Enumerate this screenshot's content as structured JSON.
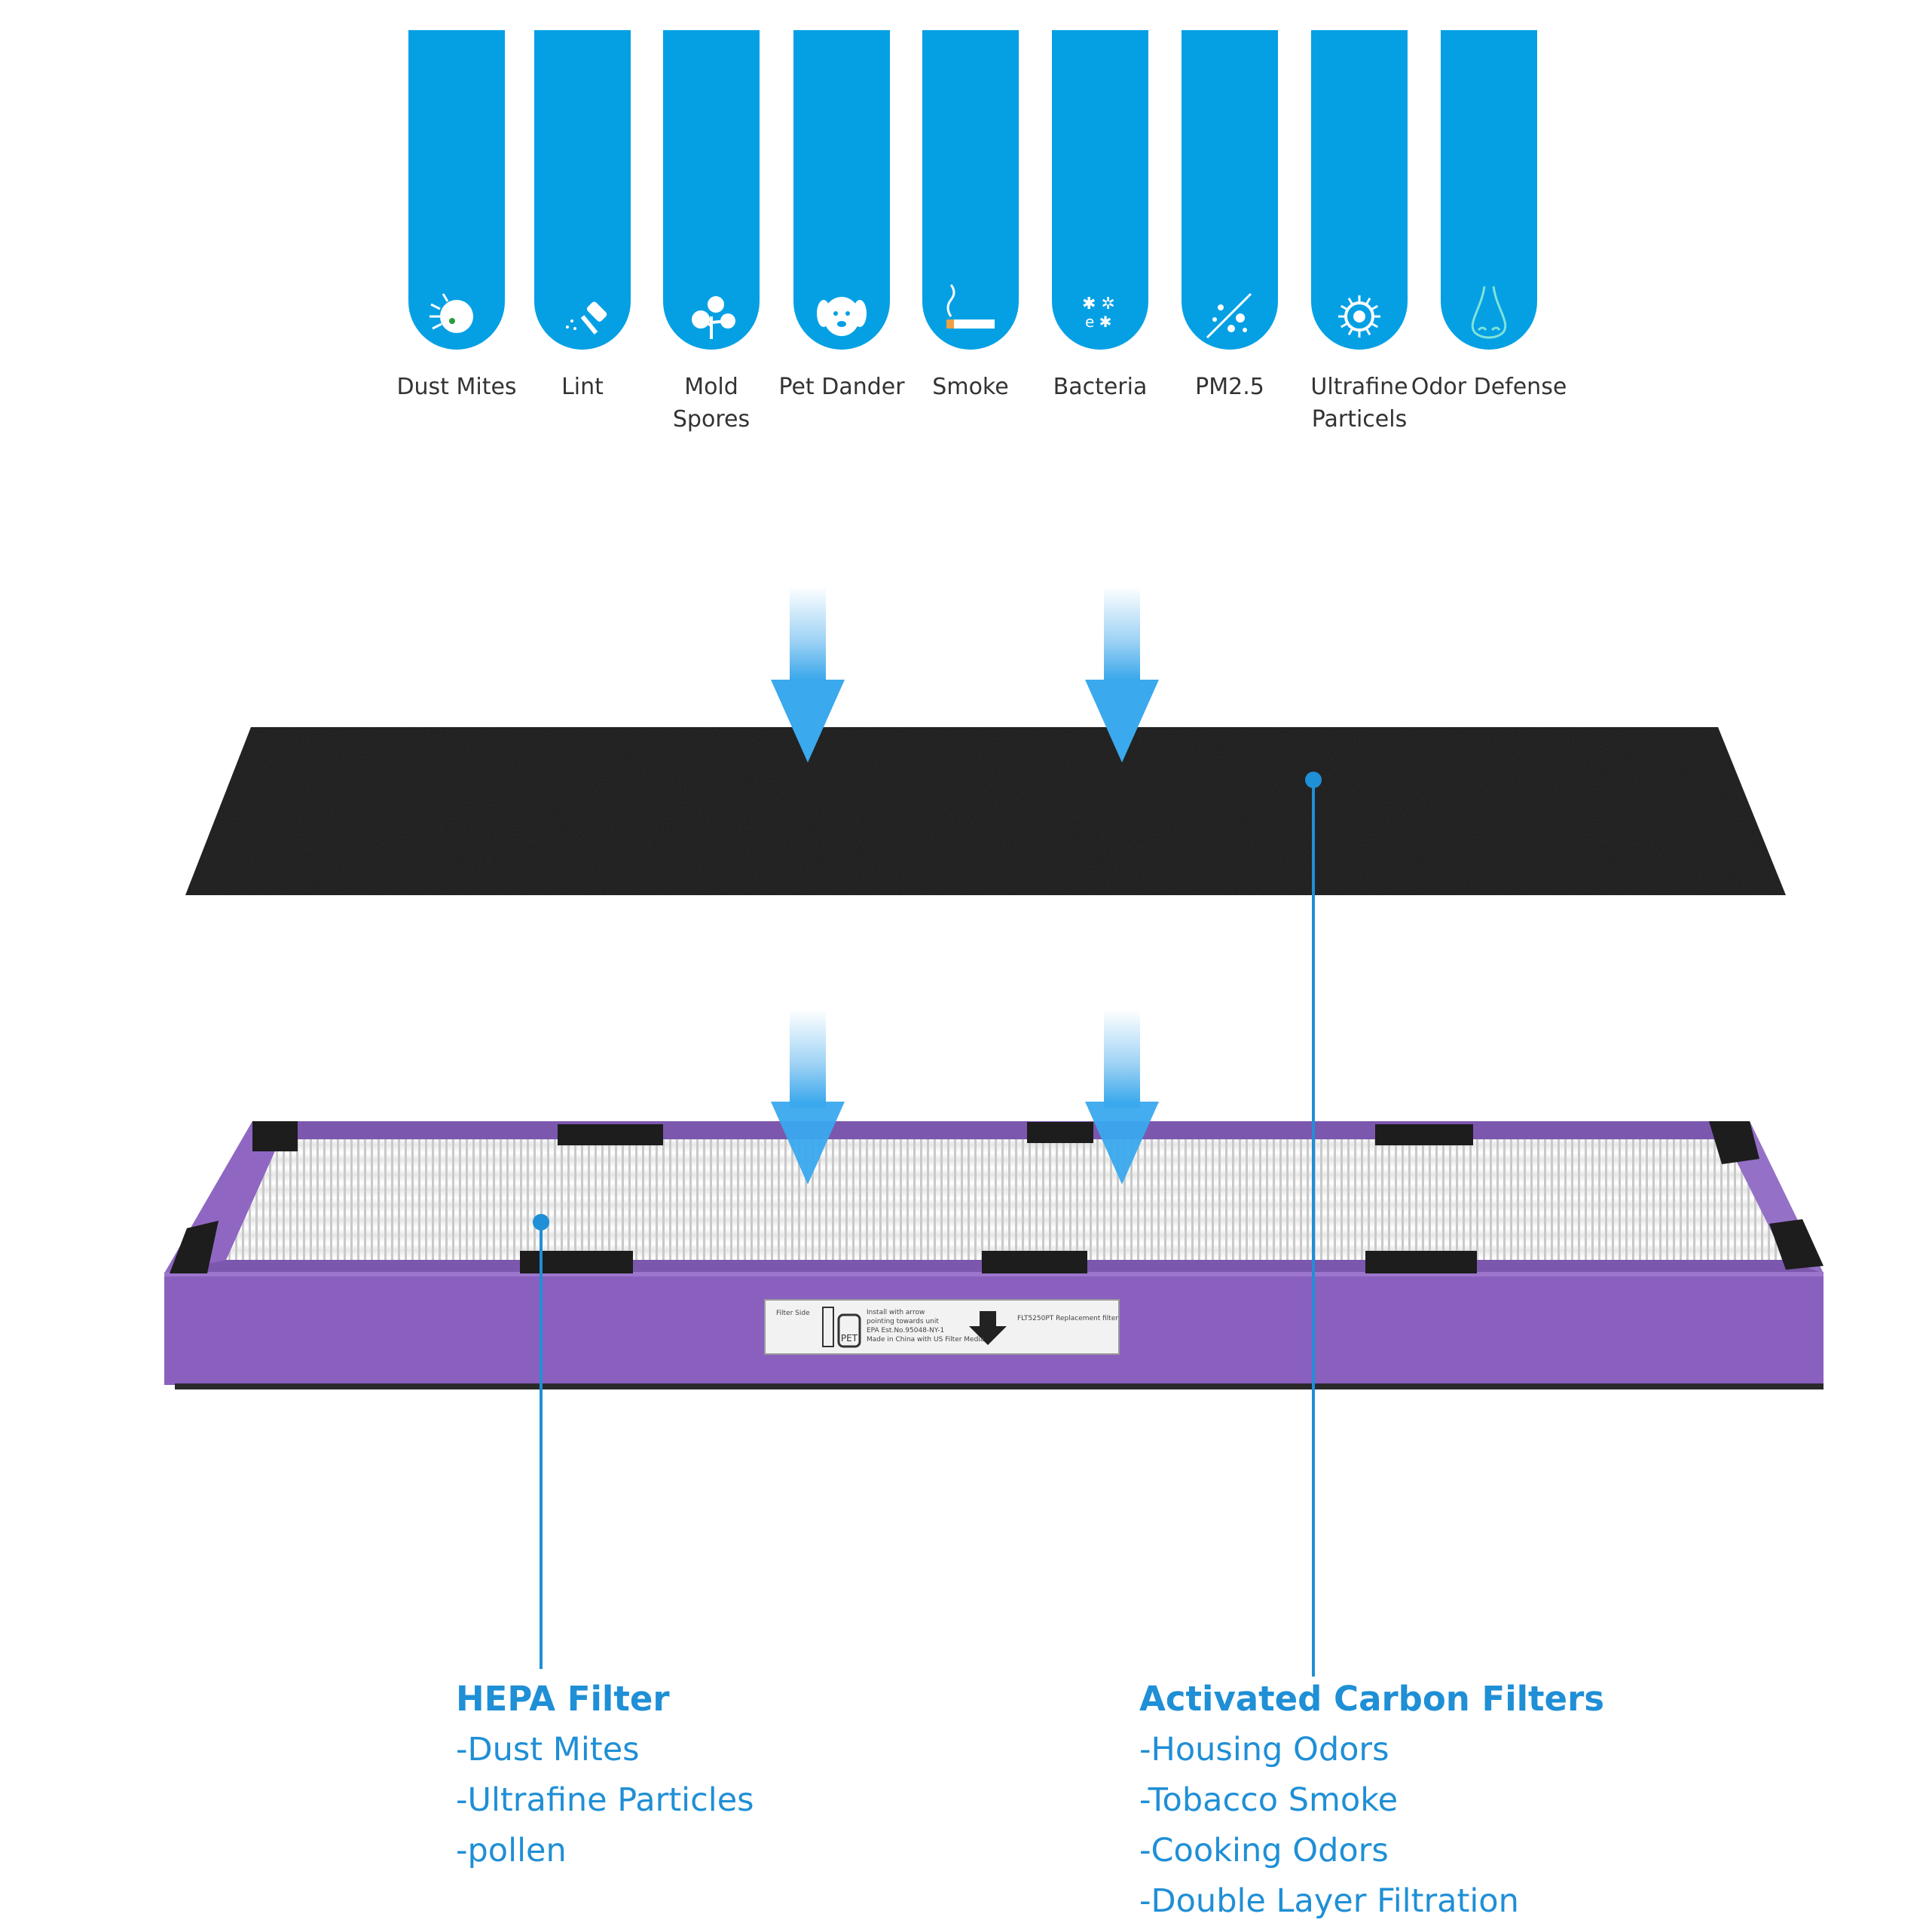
{
  "colors": {
    "tab_blue": "#05a0e4",
    "callout_blue": "#1f8fd6",
    "frame_purple": "#8a60bf",
    "carbon_black": "#171717",
    "media_white": "#f4f4f4"
  },
  "pollutants": [
    {
      "label_lines": [
        "Dust Mites"
      ],
      "icon": "dust-mite-icon"
    },
    {
      "label_lines": [
        "Lint"
      ],
      "icon": "lint-roller-icon"
    },
    {
      "label_lines": [
        "Mold",
        "Spores"
      ],
      "icon": "mold-spores-icon"
    },
    {
      "label_lines": [
        "Pet Dander"
      ],
      "icon": "dog-face-icon"
    },
    {
      "label_lines": [
        "Smoke"
      ],
      "icon": "cigarette-icon"
    },
    {
      "label_lines": [
        "Bacteria"
      ],
      "icon": "bacteria-icon"
    },
    {
      "label_lines": [
        "PM2.5"
      ],
      "icon": "particles-icon"
    },
    {
      "label_lines": [
        "Ultrafine",
        "Particels"
      ],
      "icon": "virus-icon"
    },
    {
      "label_lines": [
        "Odor Defense"
      ],
      "icon": "nose-icon"
    }
  ],
  "filter_label": {
    "line1": "FLT5250PT Replacement filter",
    "line2": "Install with arrow",
    "line3": "pointing towards unit",
    "line4": "EPA Est.No.95048-NY-1",
    "line5": "Made in China with US Filter Media",
    "line6": "Filter Side",
    "pet_mark": "PET"
  },
  "callouts": {
    "hepa": {
      "title": "HEPA Filter",
      "items": [
        "-Dust Mites",
        "-Ultrafine Particles",
        "-pollen"
      ]
    },
    "carbon": {
      "title": "Activated Carbon Filters",
      "items": [
        "-Housing Odors",
        "-Tobacco Smoke",
        "-Cooking Odors",
        "-Double Layer Filtration"
      ]
    }
  }
}
